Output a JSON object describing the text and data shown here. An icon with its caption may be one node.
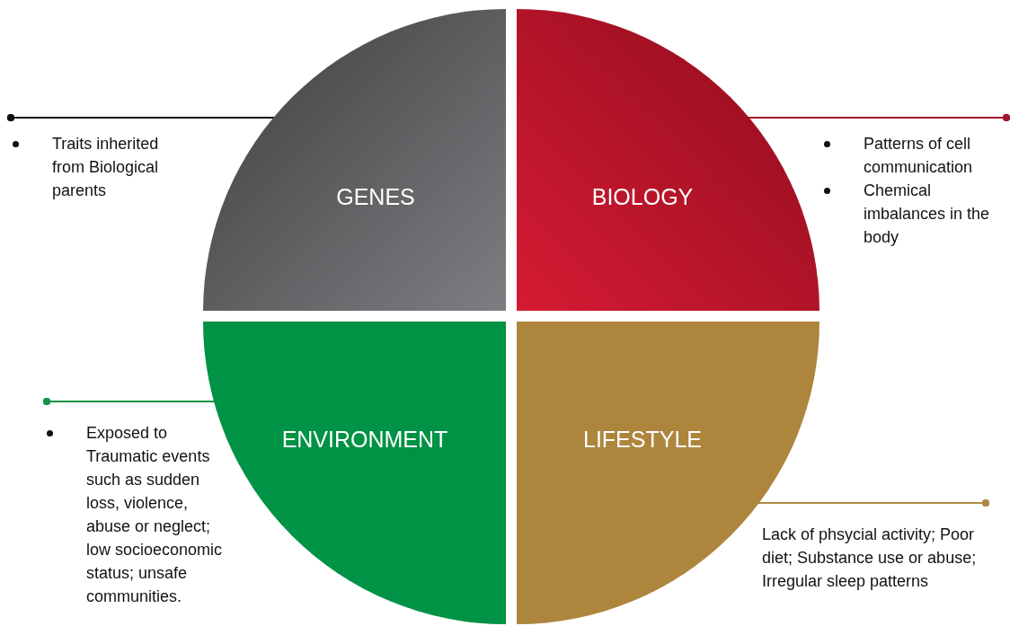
{
  "diagram": {
    "nodes": [
      {
        "text": [
          "GENES"
        ]
      },
      {
        "text": [
          "BIOLOGY"
        ]
      },
      {
        "text": [
          "ENVIRONMENT"
        ]
      },
      {
        "text": [
          "LIFESTYLE"
        ]
      },
      {
        "text": [
          "Traits inherited from Biological parents"
        ]
      },
      {
        "text": [
          "Patterns of cell communication",
          "Chemical imbalances in the body"
        ]
      },
      {
        "text": [
          "Exposed to Traumatic events such as sudden loss, violence, abuse or neglect; low socioeconomic status; unsafe communities."
        ]
      },
      {
        "text": [
          "Lack of phsycial activity; Poor diet; Substance use or abuse; Irregular sleep patterns"
        ]
      }
    ],
    "edges": [
      {
        "from": 0,
        "to": 4,
        "arrow": "other",
        "color": "#111111"
      },
      {
        "from": 1,
        "to": 5,
        "arrow": "other",
        "color": "#a5182b"
      },
      {
        "from": 2,
        "to": 6,
        "arrow": "other",
        "color": "#14934a"
      },
      {
        "from": 3,
        "to": 7,
        "arrow": "other",
        "color": "#b08a45"
      }
    ]
  }
}
